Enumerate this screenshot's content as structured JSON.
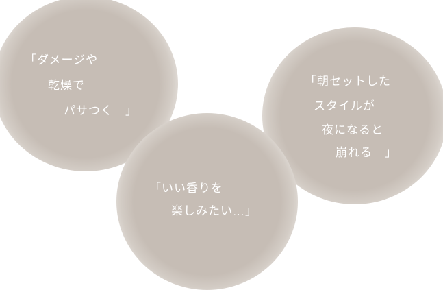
{
  "bubbles": [
    {
      "id": "damage",
      "lines": [
        "「ダメージや",
        "乾燥で",
        "パサつく…」"
      ]
    },
    {
      "id": "style",
      "lines": [
        "「朝セットした",
        "スタイルが",
        "夜になると",
        "崩れる…」"
      ]
    },
    {
      "id": "scent",
      "lines": [
        "「いい香りを",
        "楽しみたい…」"
      ]
    }
  ],
  "colors": {
    "bubble": "#c6bdb5",
    "text": "#ffffff",
    "background": "#ffffff"
  }
}
